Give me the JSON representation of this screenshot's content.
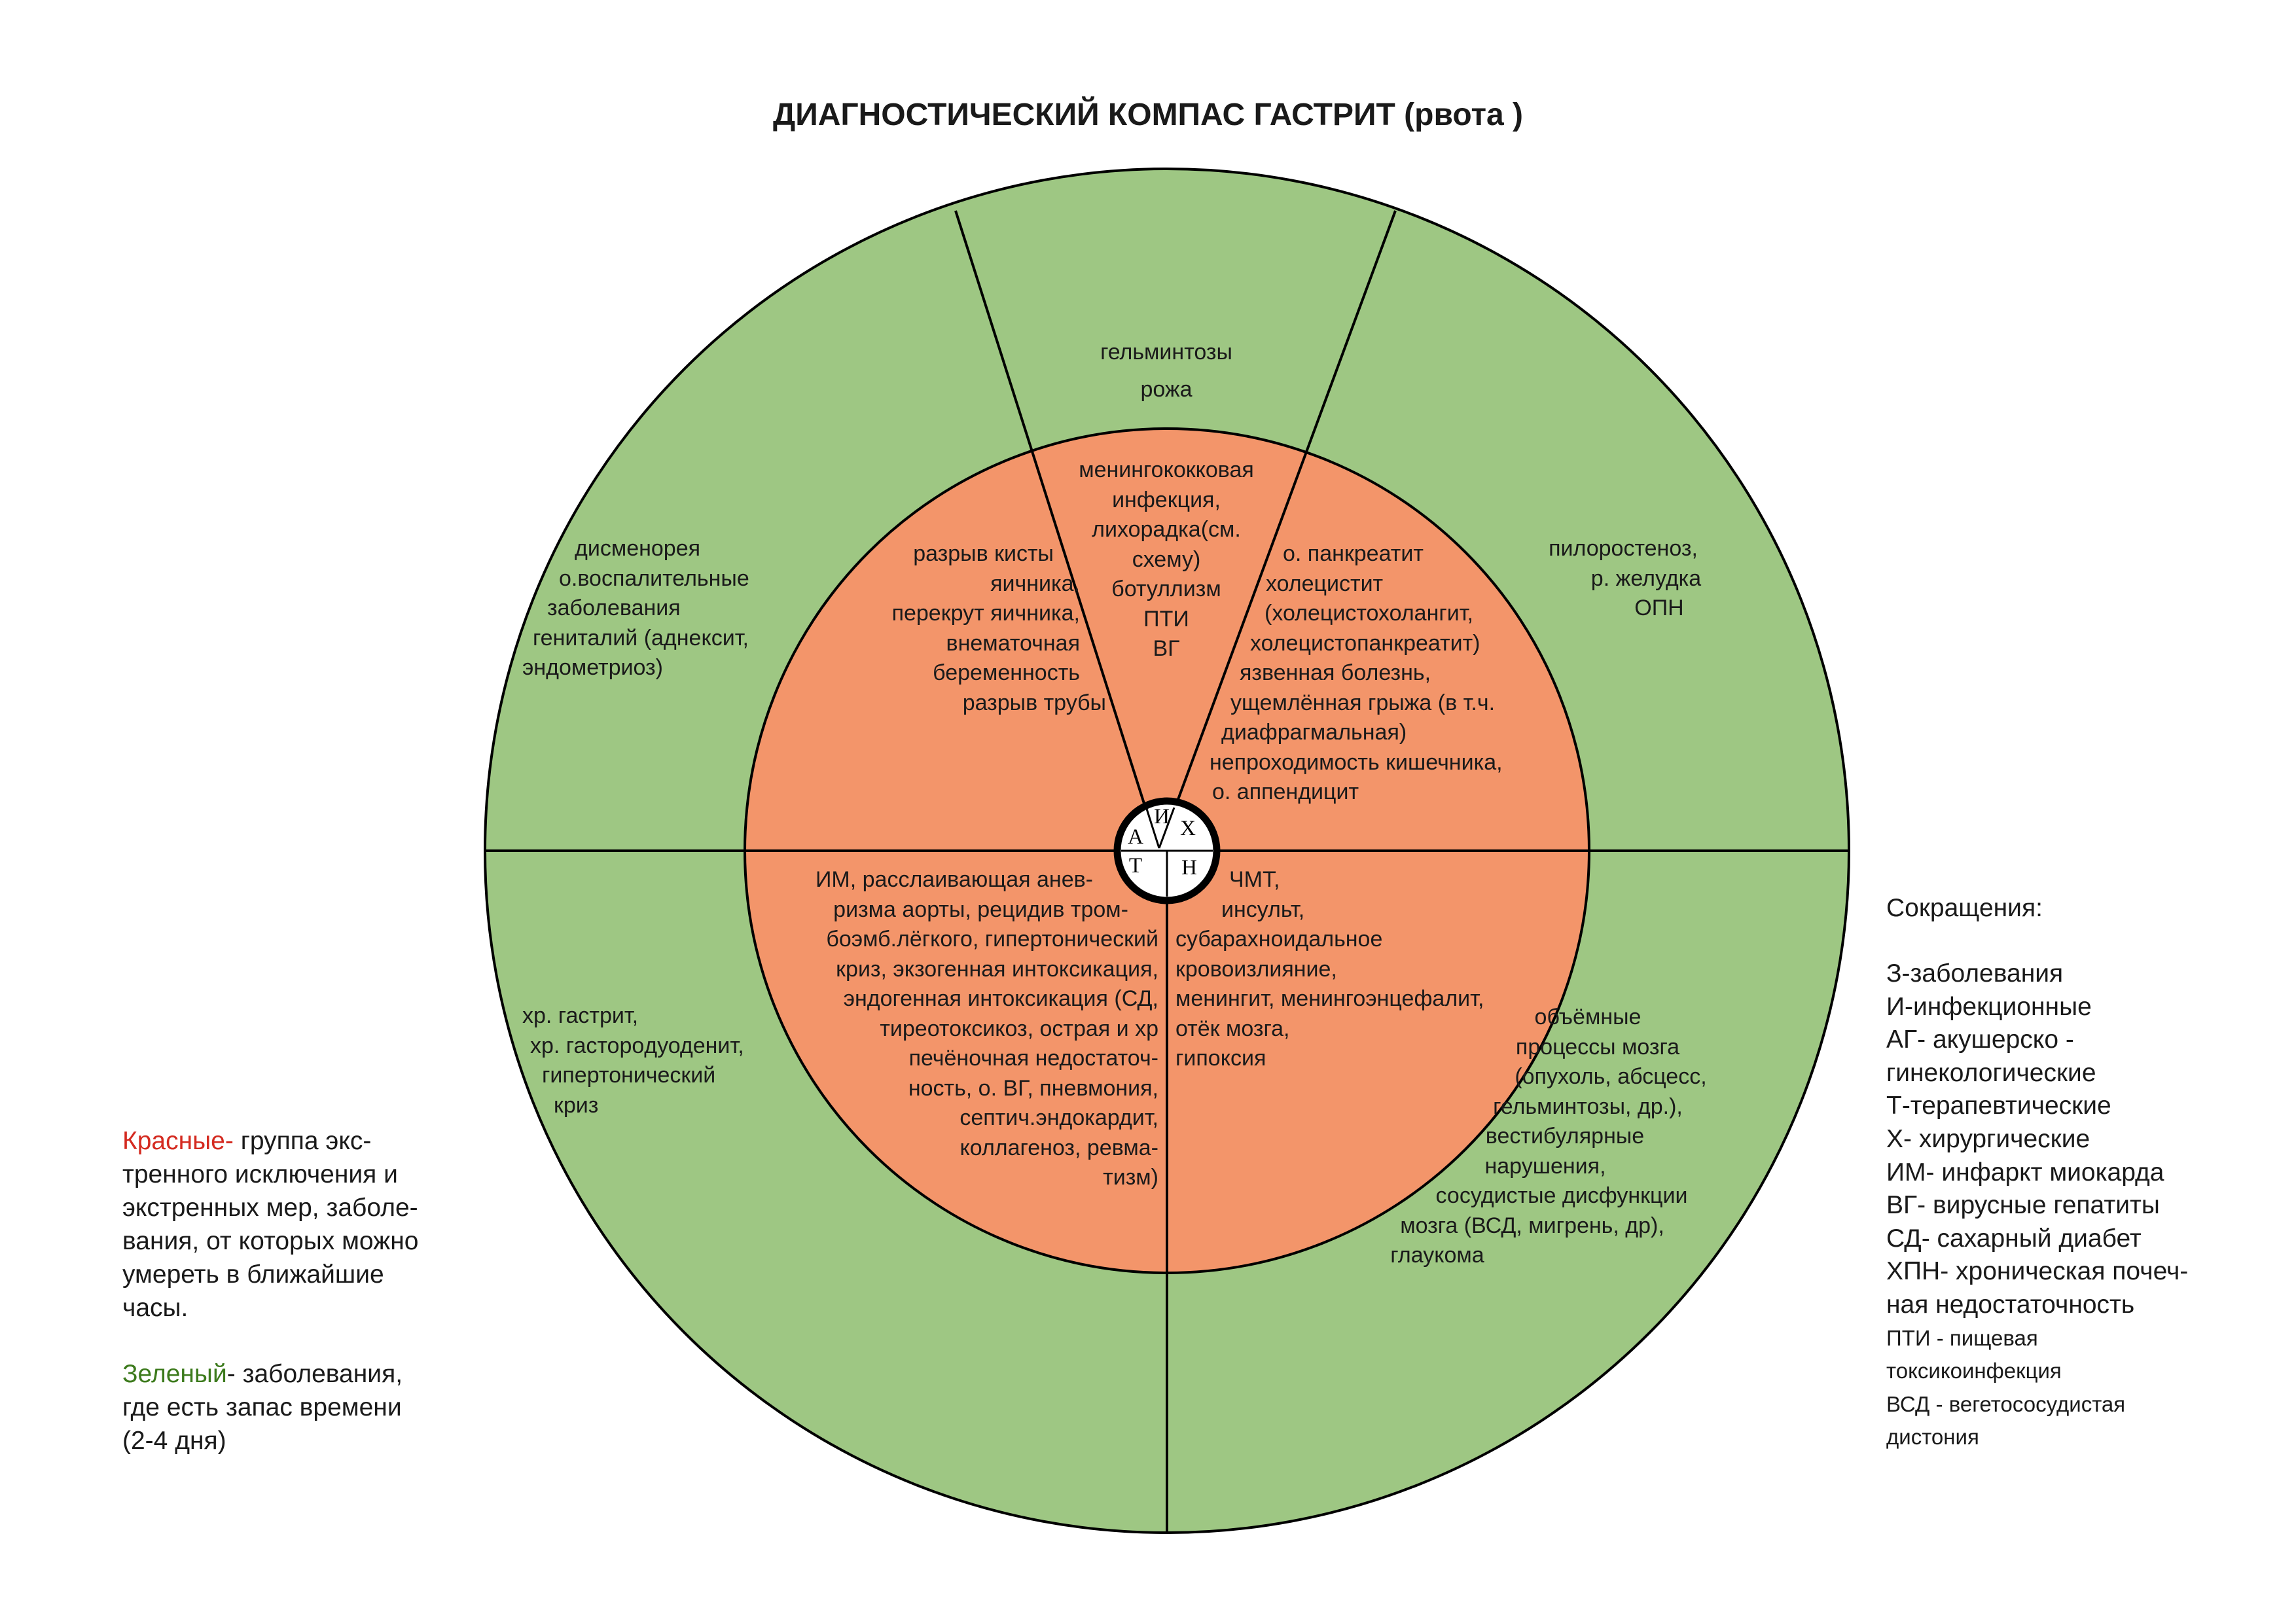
{
  "title": "ДИАГНОСТИЧЕСКИЙ КОМПАС ГАСТРИТ (рвота )",
  "colors": {
    "red_zone": "#f3956a",
    "green_zone": "#9ec783",
    "center": "#ffffff",
    "red_text": "#d42a20",
    "green_text": "#3c7a1c"
  },
  "center_letters": {
    "i": "И",
    "h": "Х",
    "a": "А",
    "t": "Т",
    "n": "Н"
  },
  "sectors": {
    "outer_top": [
      "гельминтозы",
      "рожа"
    ],
    "inner_top": [
      "менингококковая",
      "инфекция,",
      "лихорадка(см.",
      "схему)",
      "ботуллизм",
      "ПТИ",
      "ВГ"
    ],
    "inner_top_left": [
      "разрыв кисты",
      "яичника,",
      "перекрут яичника,",
      "внематочная",
      "беременность",
      "разрыв трубы"
    ],
    "inner_top_right": [
      "о. панкреатит",
      "холецистит",
      "(холецистохолангит,",
      "холецистопанкреатит)",
      "язвенная болезнь,",
      "ущемлённая грыжа (в т.ч.",
      "диафрагмальная)",
      "непроходимость кишечника,",
      "о. аппендицит"
    ],
    "outer_top_left": [
      "дисменорея",
      "о.воспалительные",
      "заболевания",
      "гениталий (аднексит,",
      "эндометриоз)"
    ],
    "outer_top_right": [
      "пилоростеноз,",
      "р. желудка",
      "ОПН"
    ],
    "inner_bottom_left": [
      "ИМ, расслаивающая анев-",
      "ризма аорты, рецидив тром-",
      "боэмб.лёгкого, гипертонический",
      "криз, экзогенная интоксикация,",
      "эндогенная интоксикация (СД,",
      "тиреотоксикоз, острая и хр",
      "печёночная недостаточ-",
      "ность, о. ВГ, пневмония,",
      "септич.эндокардит,",
      "коллагеноз, ревма-",
      "тизм)"
    ],
    "inner_bottom_right": [
      "ЧМТ,",
      "инсульт,",
      "субарахноидальное",
      "кровоизлияние,",
      "менингит, менингоэнцефалит,",
      "отёк мозга,",
      "гипоксия"
    ],
    "outer_bottom_left": [
      "хр. гастрит,",
      "хр. гасторoдуоденит,",
      "гипертонический",
      "криз"
    ],
    "outer_bottom_right": [
      "объёмные",
      "процессы мозга",
      "(опухоль, абсцесс,",
      "гельминтозы, др.),",
      "вестибулярные",
      "нарушения,",
      "сосудистые дисфункции",
      "мозга (ВСД, мигрень, др),",
      "глаукома"
    ]
  },
  "legend": {
    "red_word": "Красные-",
    "red_lines": [
      " группа экс-",
      "тренного исключения и",
      "экстренных мер, заболе-",
      "вания, от которых можно",
      "умереть в ближайшие",
      "часы."
    ],
    "green_word": "Зеленый",
    "green_lines": [
      "- заболевания,",
      "где есть запас времени",
      "(2-4 дня)"
    ]
  },
  "abbreviations": {
    "heading": "Сокращения:",
    "items": [
      "З-заболевания",
      "И-инфекционные",
      "АГ- акушерско -",
      "гинекологические",
      "Т-терапевтические",
      "Х- хирургические",
      "ИМ- инфаркт миокарда",
      "ВГ- вирусные гепатиты",
      "СД- сахарный диабет",
      "ХПН- хроническая почеч-",
      "ная недостаточность"
    ],
    "small_items": [
      "ПТИ - пищевая",
      "токсикоинфекция",
      "ВСД - вегетососудистая",
      "дистония"
    ]
  }
}
